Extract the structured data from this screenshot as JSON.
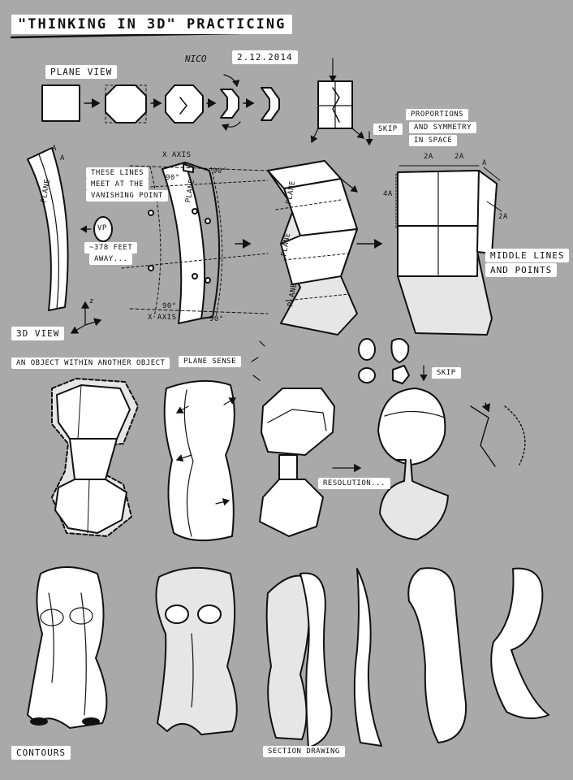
{
  "title": "\"THINKING IN 3D\" PRACTICING",
  "signature": "Nico",
  "date": "2.12.2014",
  "labels": {
    "plane_view": "PLANE VIEW",
    "skip_1": "SKIP",
    "proportions": "PROPORTIONS",
    "symmetry": "AND SYMMETRY",
    "in_space": "IN SPACE",
    "x_axis_top": "X AXIS",
    "vanishing_note_1": "THESE LINES",
    "vanishing_note_2": "MEET AT THE",
    "vanishing_note_3": "VANISHING POINT",
    "vp": "VP",
    "distance_1": "~378 FEET",
    "distance_2": "AWAY...",
    "angle_90_a": "90°",
    "angle_90_b": "90°",
    "angle_90_c": "90°",
    "angle_90_d": "90°",
    "x_axis_bottom": "X AXIS",
    "plane_a": "PLANE",
    "plane_b": "PLANE",
    "plane_c": "PLANE",
    "plane_d": "PLANE",
    "plane_e": "PLANE",
    "dim_2a_left": "2a",
    "dim_2a_right": "2a",
    "dim_a_top": "a",
    "dim_4a": "4a",
    "dim_2a_side": "2a",
    "dim_a_left_1": "a",
    "dim_a_left_2": "a",
    "middle_lines": "MIDDLE LINES",
    "and_points": "AND POINTS",
    "axis_z": "z",
    "view_3d": "3D VIEW",
    "object_within": "AN OBJECT WITHIN ANOTHER OBJECT",
    "plane_sense": "PLANE SENSE",
    "skip_2": "SKIP",
    "resolution": "RESOLUTION...",
    "contours": "CONTOURS",
    "section_drawing": "SECTION DRAWING"
  },
  "colors": {
    "background": "#a9a9a9",
    "ink": "#111111",
    "paper": "#ffffff",
    "light_shade": "#e6e6e6",
    "mid_shade": "#c8c8c8"
  }
}
